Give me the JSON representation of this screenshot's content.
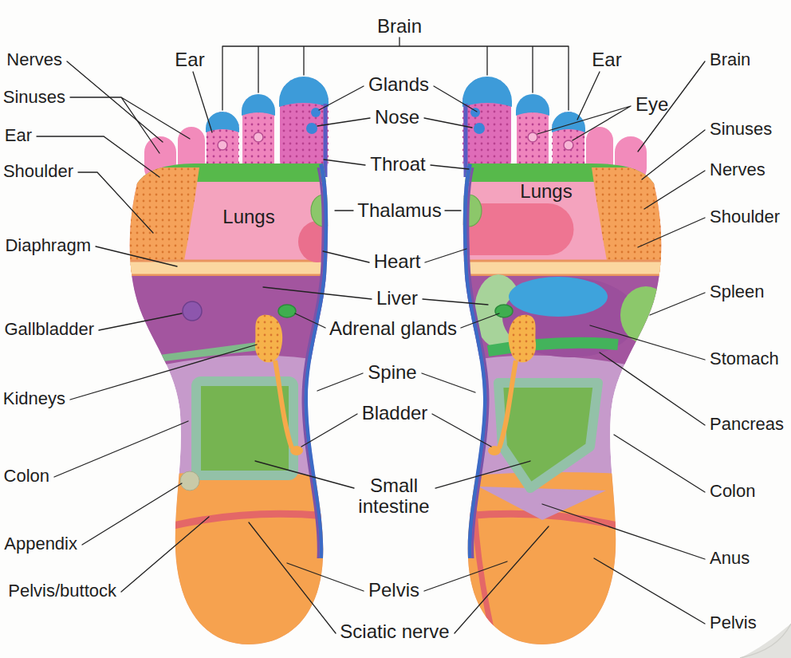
{
  "diagram": {
    "nodes": [
      {
        "text": [
          "Lungs"
        ]
      },
      {
        "text": [
          "Lungs"
        ]
      }
    ],
    "labels": [
      "Brain",
      "Nerves",
      "Ear",
      "Ear",
      "Brain",
      "Glands",
      "Sinuses",
      "Eye",
      "Nose",
      "Sinuses",
      "Ear",
      "Throat",
      "Nerves",
      "Shoulder",
      "Thalamus",
      "Shoulder",
      "Diaphragm",
      "Heart",
      "Spleen",
      "Liver",
      "Adrenal glands",
      "Gallbladder",
      "Stomach",
      "Spine",
      "Kidneys",
      "Bladder",
      "Pancreas",
      "Colon",
      "Small intestine",
      "Colon",
      "Appendix",
      "Anus",
      "Pelvis/buttock",
      "Pelvis",
      "Pelvis",
      "Sciatic nerve"
    ]
  }
}
